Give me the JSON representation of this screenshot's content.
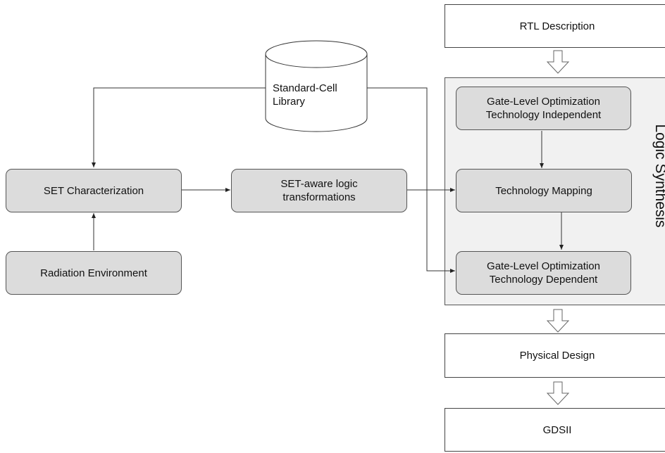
{
  "nodes": {
    "rtl_description": "RTL Description",
    "gate_opt_independent": "Gate-Level Optimization\nTechnology Independent",
    "technology_mapping": "Technology Mapping",
    "gate_opt_dependent": "Gate-Level Optimization\nTechnology Dependent",
    "physical_design": "Physical Design",
    "gdsii": "GDSII",
    "standard_cell_library": "Standard-Cell\nLibrary",
    "set_characterization": "SET Characterization",
    "radiation_environment": "Radiation Environment",
    "set_aware_transformations": "SET-aware logic\ntransformations"
  },
  "cluster": {
    "label": "Logic Synthesis"
  },
  "colors": {
    "rounded_fill": "#dcdcdc",
    "cluster_fill": "#f1f1f1",
    "stroke": "#555555",
    "plain_fill": "#ffffff"
  }
}
